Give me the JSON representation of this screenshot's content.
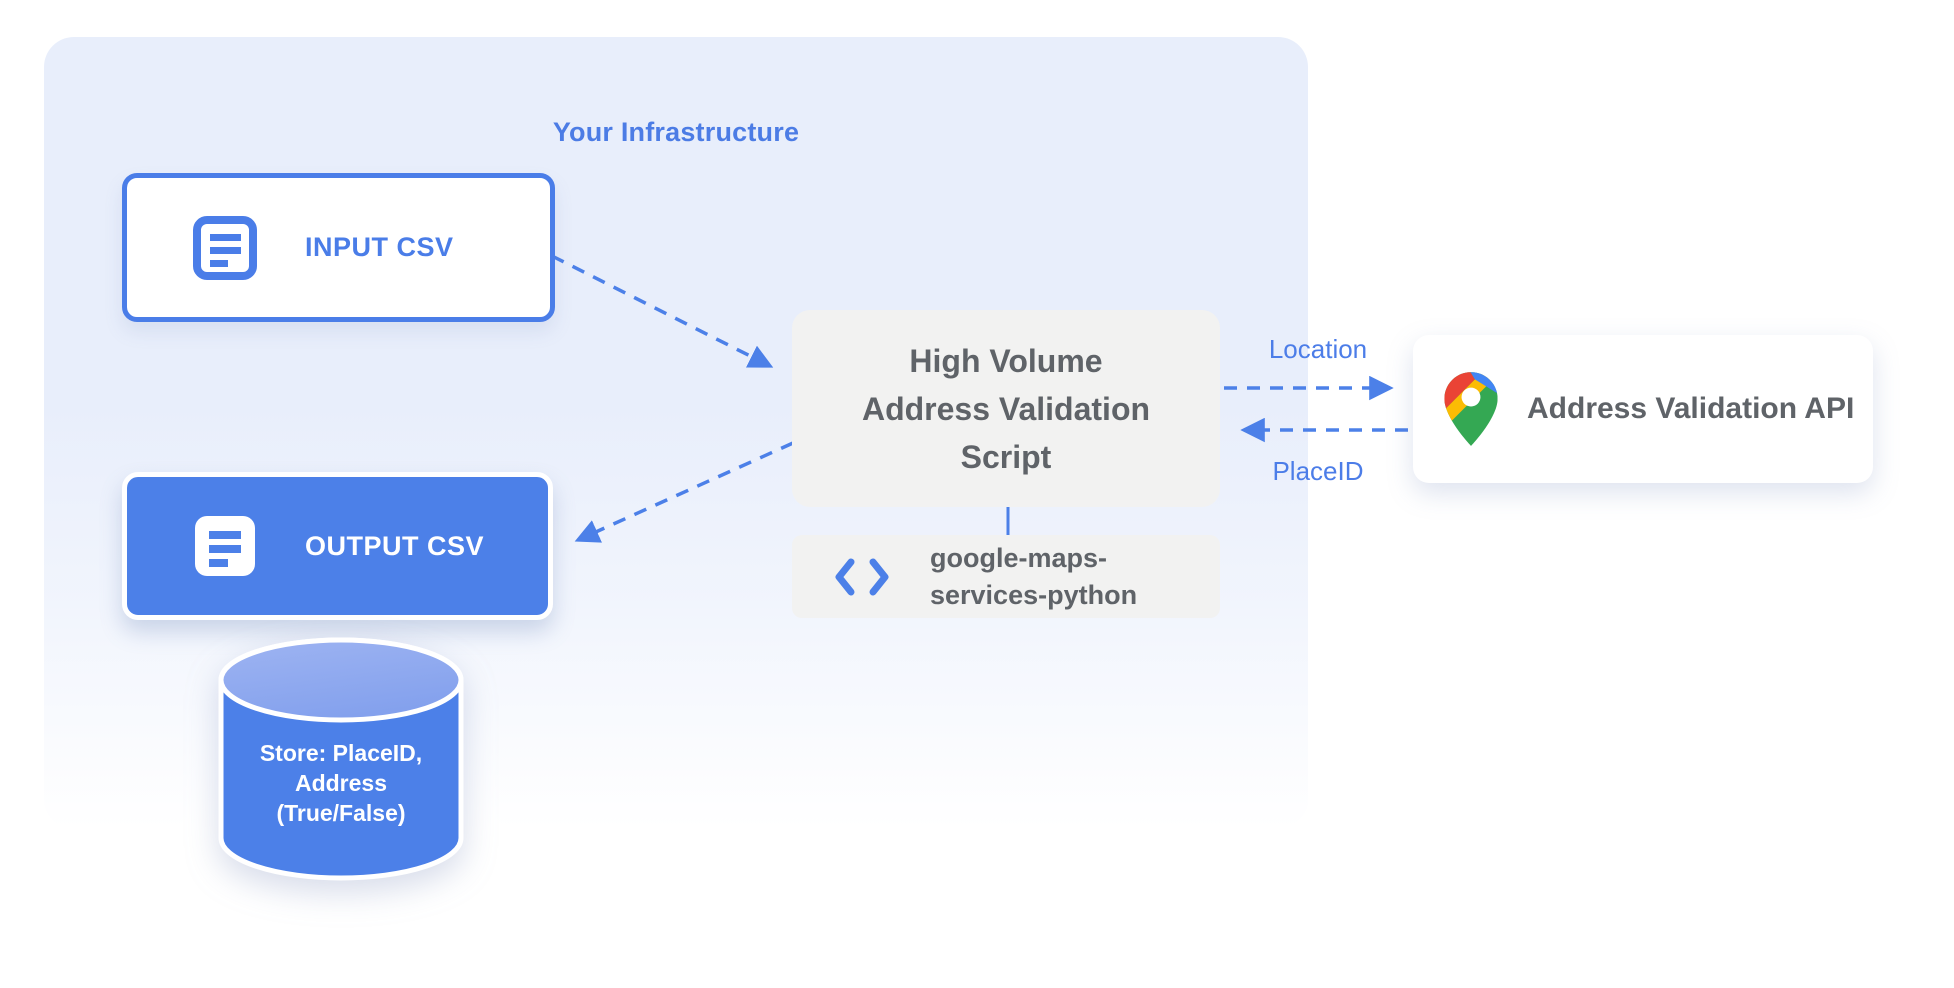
{
  "diagram": {
    "title": "Your Infrastructure"
  },
  "nodes": {
    "input_csv": {
      "label": "INPUT CSV"
    },
    "output_csv": {
      "label": "OUTPUT CSV"
    },
    "script": {
      "label": "High Volume\nAddress Validation\nScript"
    },
    "library": {
      "label": "google-maps-\nservices-python"
    },
    "datastore": {
      "label": "Store: PlaceID,\nAddress\n(True/False)"
    },
    "api": {
      "label": "Address Validation API"
    }
  },
  "edges": {
    "location_label": "Location",
    "placeid_label": "PlaceID"
  },
  "icons": {
    "input_csv": "document-icon",
    "output_csv": "document-icon",
    "library": "code-icon",
    "api": "google-maps-pin-icon"
  },
  "colors": {
    "accent_blue": "#4c80e8",
    "container_bg": "#e8eefb",
    "box_gray": "#f2f2f1",
    "text_dark": "#5f6368",
    "cylinder_body": "#4c80e8",
    "cylinder_top": "#93acf0",
    "pin_red": "#ea4335",
    "pin_blue": "#4285f4",
    "pin_yellow": "#fbbc04",
    "pin_green": "#34a853"
  }
}
